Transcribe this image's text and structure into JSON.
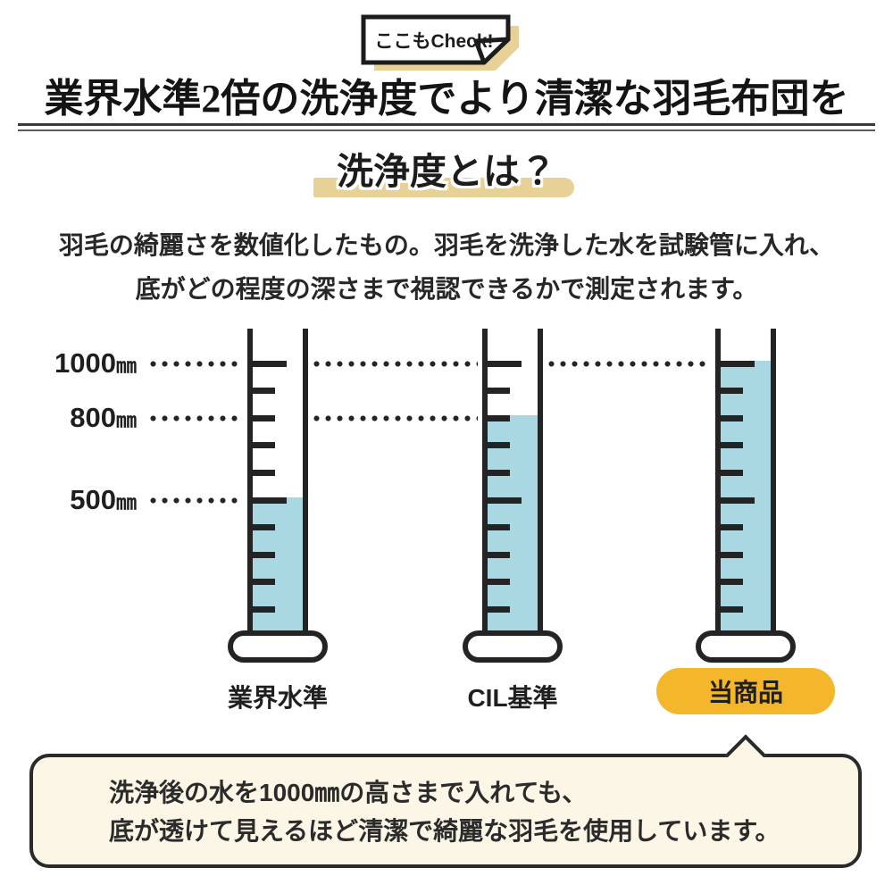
{
  "badge": {
    "label": "ここもCheck!"
  },
  "title": "業界水準2倍の洗浄度でより清潔な羽毛布団を",
  "subtitle": "洗浄度とは？",
  "description": {
    "line1": "羽毛の綺麗さを数値化したもの。羽毛を洗浄した水を試験管に入れ、",
    "line2": "底がどの程度の深さまで視認できるかで測定されます。"
  },
  "chart_data": {
    "type": "bar",
    "bar_style": "graduated-cylinder",
    "categories": [
      "業界水準",
      "CIL基準",
      "当商品"
    ],
    "values": [
      500,
      800,
      1000
    ],
    "unit": "㎜",
    "axis_labels": [
      "1000㎜",
      "800㎜",
      "500㎜"
    ],
    "gridlines": [
      1000,
      800,
      500
    ],
    "tick_interval_mm": 100,
    "ylim": [
      0,
      1100
    ],
    "highlight_category": "当商品",
    "legend_position": "none",
    "grid_style": "dotted-leader-lines"
  },
  "callout": {
    "line1": "洗浄後の水を1000㎜の高さまで入れても、",
    "line2": "底が透けて見えるほど清潔で綺麗な羽毛を使用しています。"
  },
  "colors": {
    "water": "#a9d8e2",
    "highlight_orange": "#f4b62a",
    "tan_accent": "#e8d197",
    "callout_cream": "#fbf6e5",
    "ink": "#242424"
  }
}
